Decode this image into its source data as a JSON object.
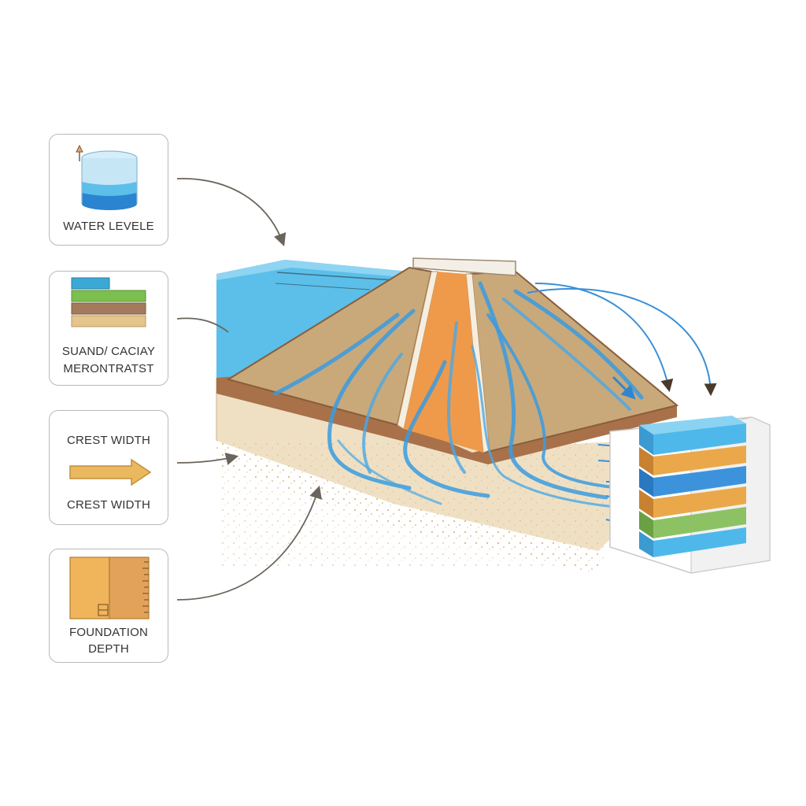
{
  "cards": {
    "water_level": {
      "label": "WATER LEVELE"
    },
    "sand_clay": {
      "label_line1": "SUAND/ CACIAY",
      "label_line2": "MERONTRATST"
    },
    "crest_width": {
      "label_top": "CREST WIDTH",
      "label_bottom": "CREST WIDTH"
    },
    "foundation_depth": {
      "label_line1": "FOUNDATION",
      "label_line2": "DEPTH"
    }
  },
  "colors": {
    "water": "#5bbfe9",
    "seepage": "#3a9be0",
    "core": "#ef9a4a",
    "shell": "#c9a97a",
    "soil": "#a8714a",
    "foundation": "#efe0c4",
    "arrow": "#6b645c",
    "layer_blue": "#4fb8ea",
    "layer_orange": "#eaa84a",
    "layer_green": "#8cc264"
  },
  "icons": {
    "water_level": "water-tank-icon",
    "sand_clay": "soil-layers-icon",
    "crest_width": "right-arrow-icon",
    "foundation_depth": "depth-gauge-icon",
    "results": "layered-block-icon"
  }
}
